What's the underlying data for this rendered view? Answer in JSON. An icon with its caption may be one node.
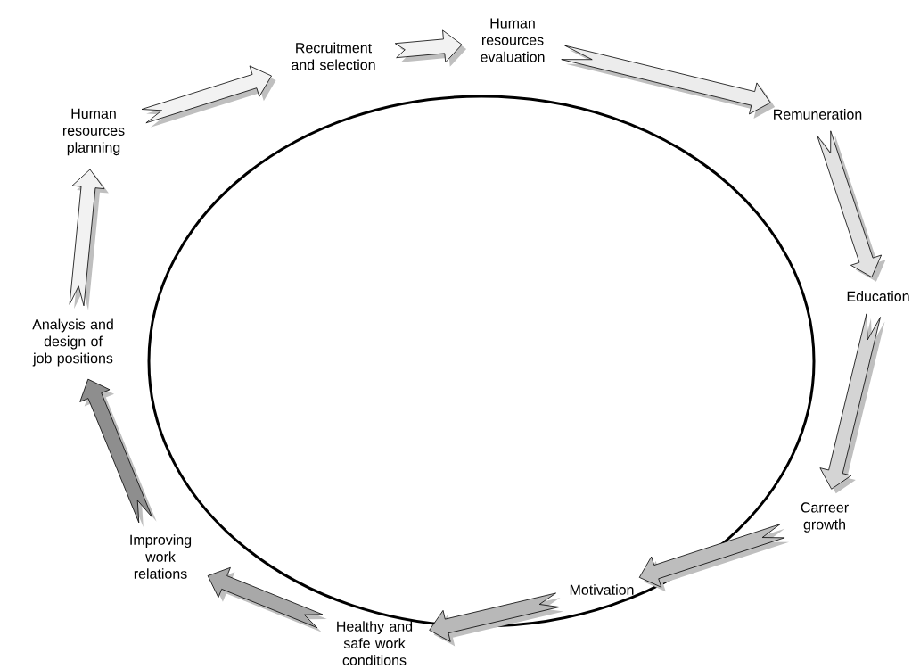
{
  "diagram": {
    "nodes": [
      {
        "text": [
          "Human resources planning"
        ]
      },
      {
        "text": [
          "Recruitment and selection"
        ]
      },
      {
        "text": [
          "Human resources evaluation"
        ]
      },
      {
        "text": [
          "Remuneration"
        ]
      },
      {
        "text": [
          "Education"
        ]
      },
      {
        "text": [
          "Carreer growth"
        ]
      },
      {
        "text": [
          "Motivation"
        ]
      },
      {
        "text": [
          "Healthy and safe work conditions"
        ]
      },
      {
        "text": [
          "Improving work relations"
        ]
      },
      {
        "text": [
          "Analysis and design of job positions"
        ]
      }
    ],
    "edges": [
      {
        "from": 0,
        "to": 1,
        "arrow": "to",
        "color": "#f2f2f2"
      },
      {
        "from": 1,
        "to": 2,
        "arrow": "to",
        "color": "#f2f2f2"
      },
      {
        "from": 2,
        "to": 3,
        "arrow": "to",
        "color": "#ececec"
      },
      {
        "from": 3,
        "to": 4,
        "arrow": "to",
        "color": "#e2e2e2"
      },
      {
        "from": 4,
        "to": 5,
        "arrow": "to",
        "color": "#d4d4d4"
      },
      {
        "from": 5,
        "to": 6,
        "arrow": "to",
        "color": "#bdbdbd"
      },
      {
        "from": 6,
        "to": 7,
        "arrow": "to",
        "color": "#b8b8b8"
      },
      {
        "from": 7,
        "to": 8,
        "arrow": "to",
        "color": "#a8a8a8"
      },
      {
        "from": 8,
        "to": 9,
        "arrow": "to",
        "color": "#8e8e8e"
      },
      {
        "from": 9,
        "to": 0,
        "arrow": "to",
        "color": "#f2f2f2"
      }
    ]
  }
}
